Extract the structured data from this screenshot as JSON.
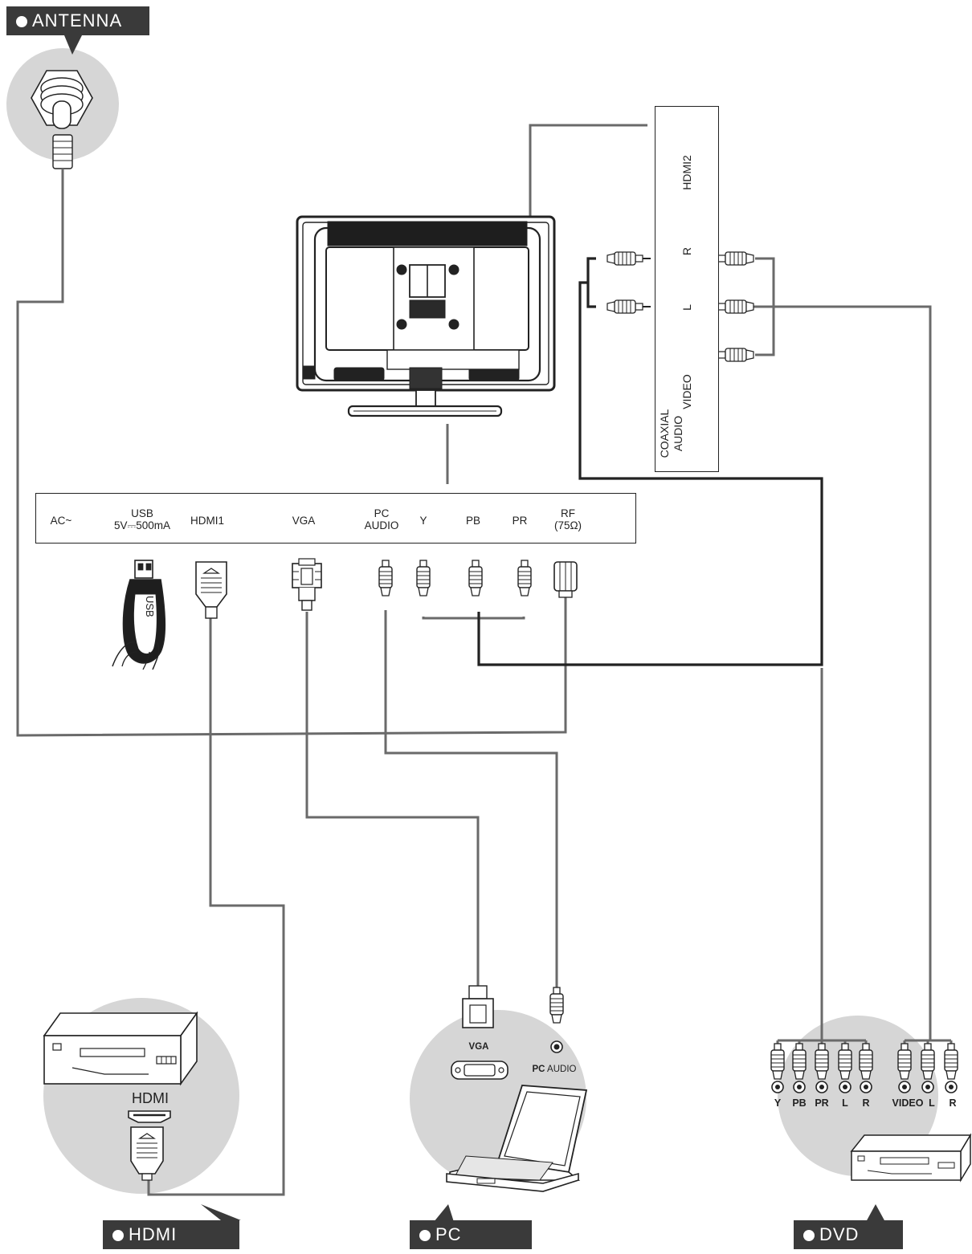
{
  "tags": {
    "antenna": "ANTENNA",
    "hdmi": "HDMI",
    "pc": "PC",
    "dvd": "DVD"
  },
  "panel": {
    "ac": "AC~",
    "usb_line1": "USB",
    "usb_line2": "5V⎓500mA",
    "hdmi1": "HDMI1",
    "vga": "VGA",
    "pc_line1": "PC",
    "pc_line2": "AUDIO",
    "y": "Y",
    "pb": "PB",
    "pr": "PR",
    "rf_line1": "RF",
    "rf_line2": "(75Ω)"
  },
  "side_panel": {
    "hdmi2": "HDMI2",
    "r": "R",
    "l": "L",
    "video": "VIDEO",
    "coaxial_line1": "COAXIAL",
    "coaxial_line2": "AUDIO"
  },
  "usb_stick_text": "USB",
  "hdmi_device_label": "HDMI",
  "pc_device": {
    "vga": "VGA",
    "audio_bold": "PC",
    "audio_rest": " AUDIO"
  },
  "dvd_device": {
    "y": "Y",
    "pb": "PB",
    "pr": "PR",
    "l1": "L",
    "r1": "R",
    "video": "VIDEO",
    "l2": "L",
    "r2": "R"
  },
  "colors": {
    "cable": "#6a6a6a",
    "cable_dark": "#222222",
    "circle": "#d6d6d6",
    "tag_bg": "#3a3a3a"
  }
}
